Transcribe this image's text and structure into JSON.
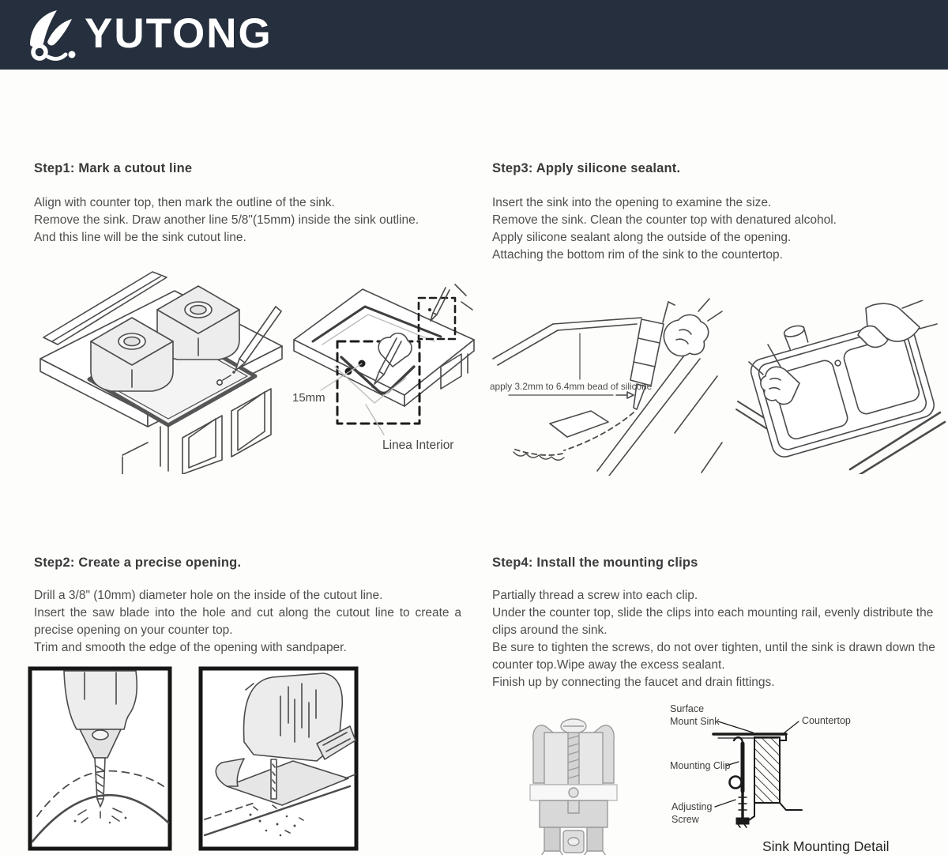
{
  "header": {
    "brand": "YUTONG",
    "bg_color": "#262f3d",
    "text_color": "#ffffff",
    "logo_icon": "rabbit-logo-icon"
  },
  "steps": {
    "step1": {
      "heading": "Step1: Mark a cutout line",
      "lines": [
        "Align with counter top, then mark the outline of the sink.",
        "Remove the sink. Draw another line 5/8\"(15mm) inside the sink outline.",
        "And this line will be the sink cutout line."
      ]
    },
    "step2": {
      "heading": "Step2: Create a precise opening.",
      "lines": [
        "Drill a 3/8\" (10mm) diameter hole on the inside of the cutout line.",
        "Insert the saw blade into the hole and cut along the cutout line to create a precise opening on your counter top.",
        "Trim and smooth the edge of the opening with sandpaper."
      ]
    },
    "step3": {
      "heading": "Step3: Apply silicone sealant.",
      "lines": [
        "Insert the sink into the opening to examine the size.",
        "Remove the sink. Clean the counter top with denatured alcohol.",
        "Apply silicone sealant along the outside of the opening.",
        "Attaching the bottom rim of the sink to the countertop."
      ]
    },
    "step4": {
      "heading": "Step4: Install the mounting clips",
      "lines": [
        "Partially thread a screw into each clip.",
        "Under the counter top, slide the clips into each mounting rail, evenly distribute the clips around the sink.",
        "Be sure to tighten the screws, do not over tighten, until the sink is drawn down the counter top.Wipe away the excess sealant.",
        "Finish up by connecting the faucet and drain fittings."
      ]
    }
  },
  "figure_labels": {
    "dim_15mm": "15mm",
    "linea_interior": "Linea Interior",
    "silicone_bead": "apply 3.2mm to  6.4mm bead of silicone",
    "surface_mount_sink_line1": "Surface",
    "surface_mount_sink_line2": "Mount Sink",
    "countertop": "Countertop",
    "mounting_clip": "Mounting Clip",
    "adjusting_screw_line1": "Adjusting",
    "adjusting_screw_line2": "Screw",
    "sink_mounting_detail": "Sink Mounting Detail"
  }
}
